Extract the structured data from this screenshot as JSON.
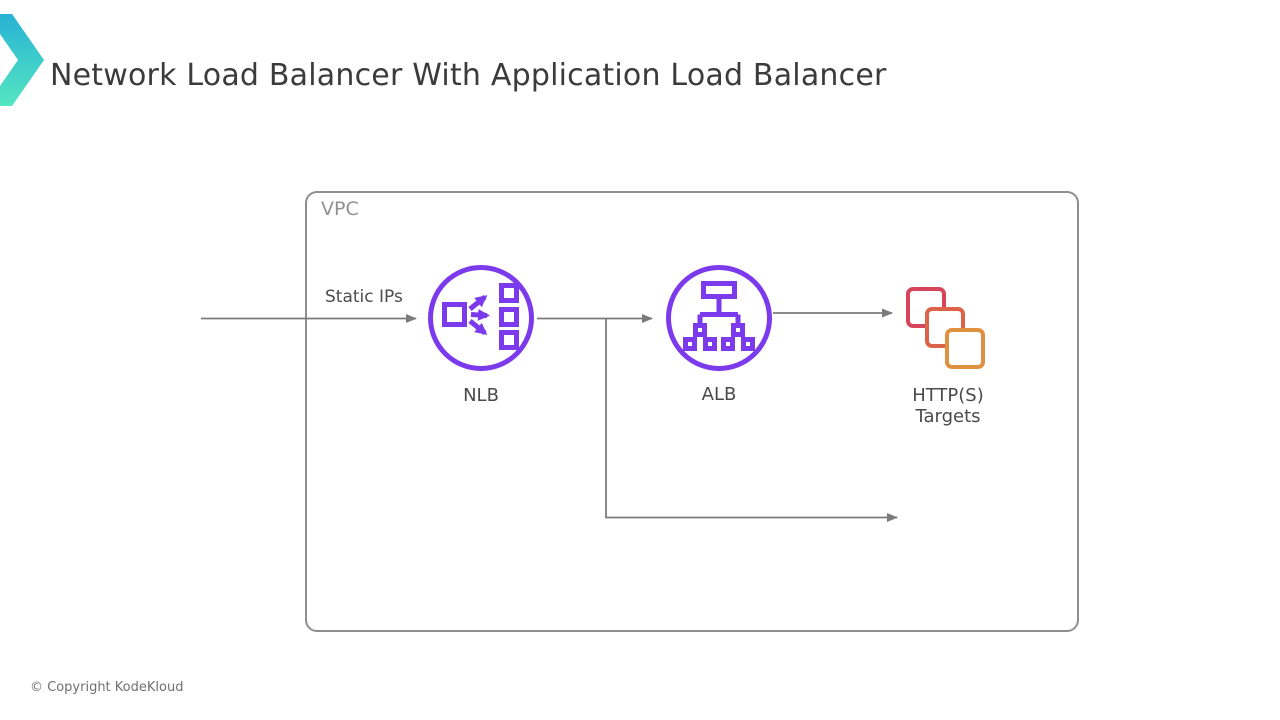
{
  "slide": {
    "title": "Network Load Balancer With Application Load Balancer",
    "footer": "© Copyright KodeKloud"
  },
  "diagram": {
    "container_label": "VPC",
    "edge_label": "Static IPs",
    "nodes": [
      {
        "id": "nlb",
        "label": "NLB",
        "icon": "network-load-balancer-icon"
      },
      {
        "id": "alb",
        "label": "ALB",
        "icon": "application-load-balancer-icon"
      },
      {
        "id": "targets",
        "label": "HTTP(S) Targets",
        "icon": "targets-stacked-squares-icon"
      }
    ],
    "connectors": [
      {
        "from": "external",
        "to": "nlb",
        "label": "Static IPs"
      },
      {
        "from": "nlb",
        "to": "alb",
        "label": ""
      },
      {
        "from": "nlb",
        "to": "bypass-branch",
        "label": ""
      },
      {
        "from": "alb",
        "to": "targets",
        "label": ""
      }
    ]
  },
  "colors": {
    "accent_purple": "#7C3AED",
    "target_red": "#D6455A",
    "target_mid": "#DC6248",
    "target_orange": "#E0913F",
    "arrow_gray": "#7b7b7b",
    "box_border_gray": "#8f8f8f",
    "logo_teal_top": "#28B2D4",
    "logo_teal_bottom": "#55E6C2"
  }
}
